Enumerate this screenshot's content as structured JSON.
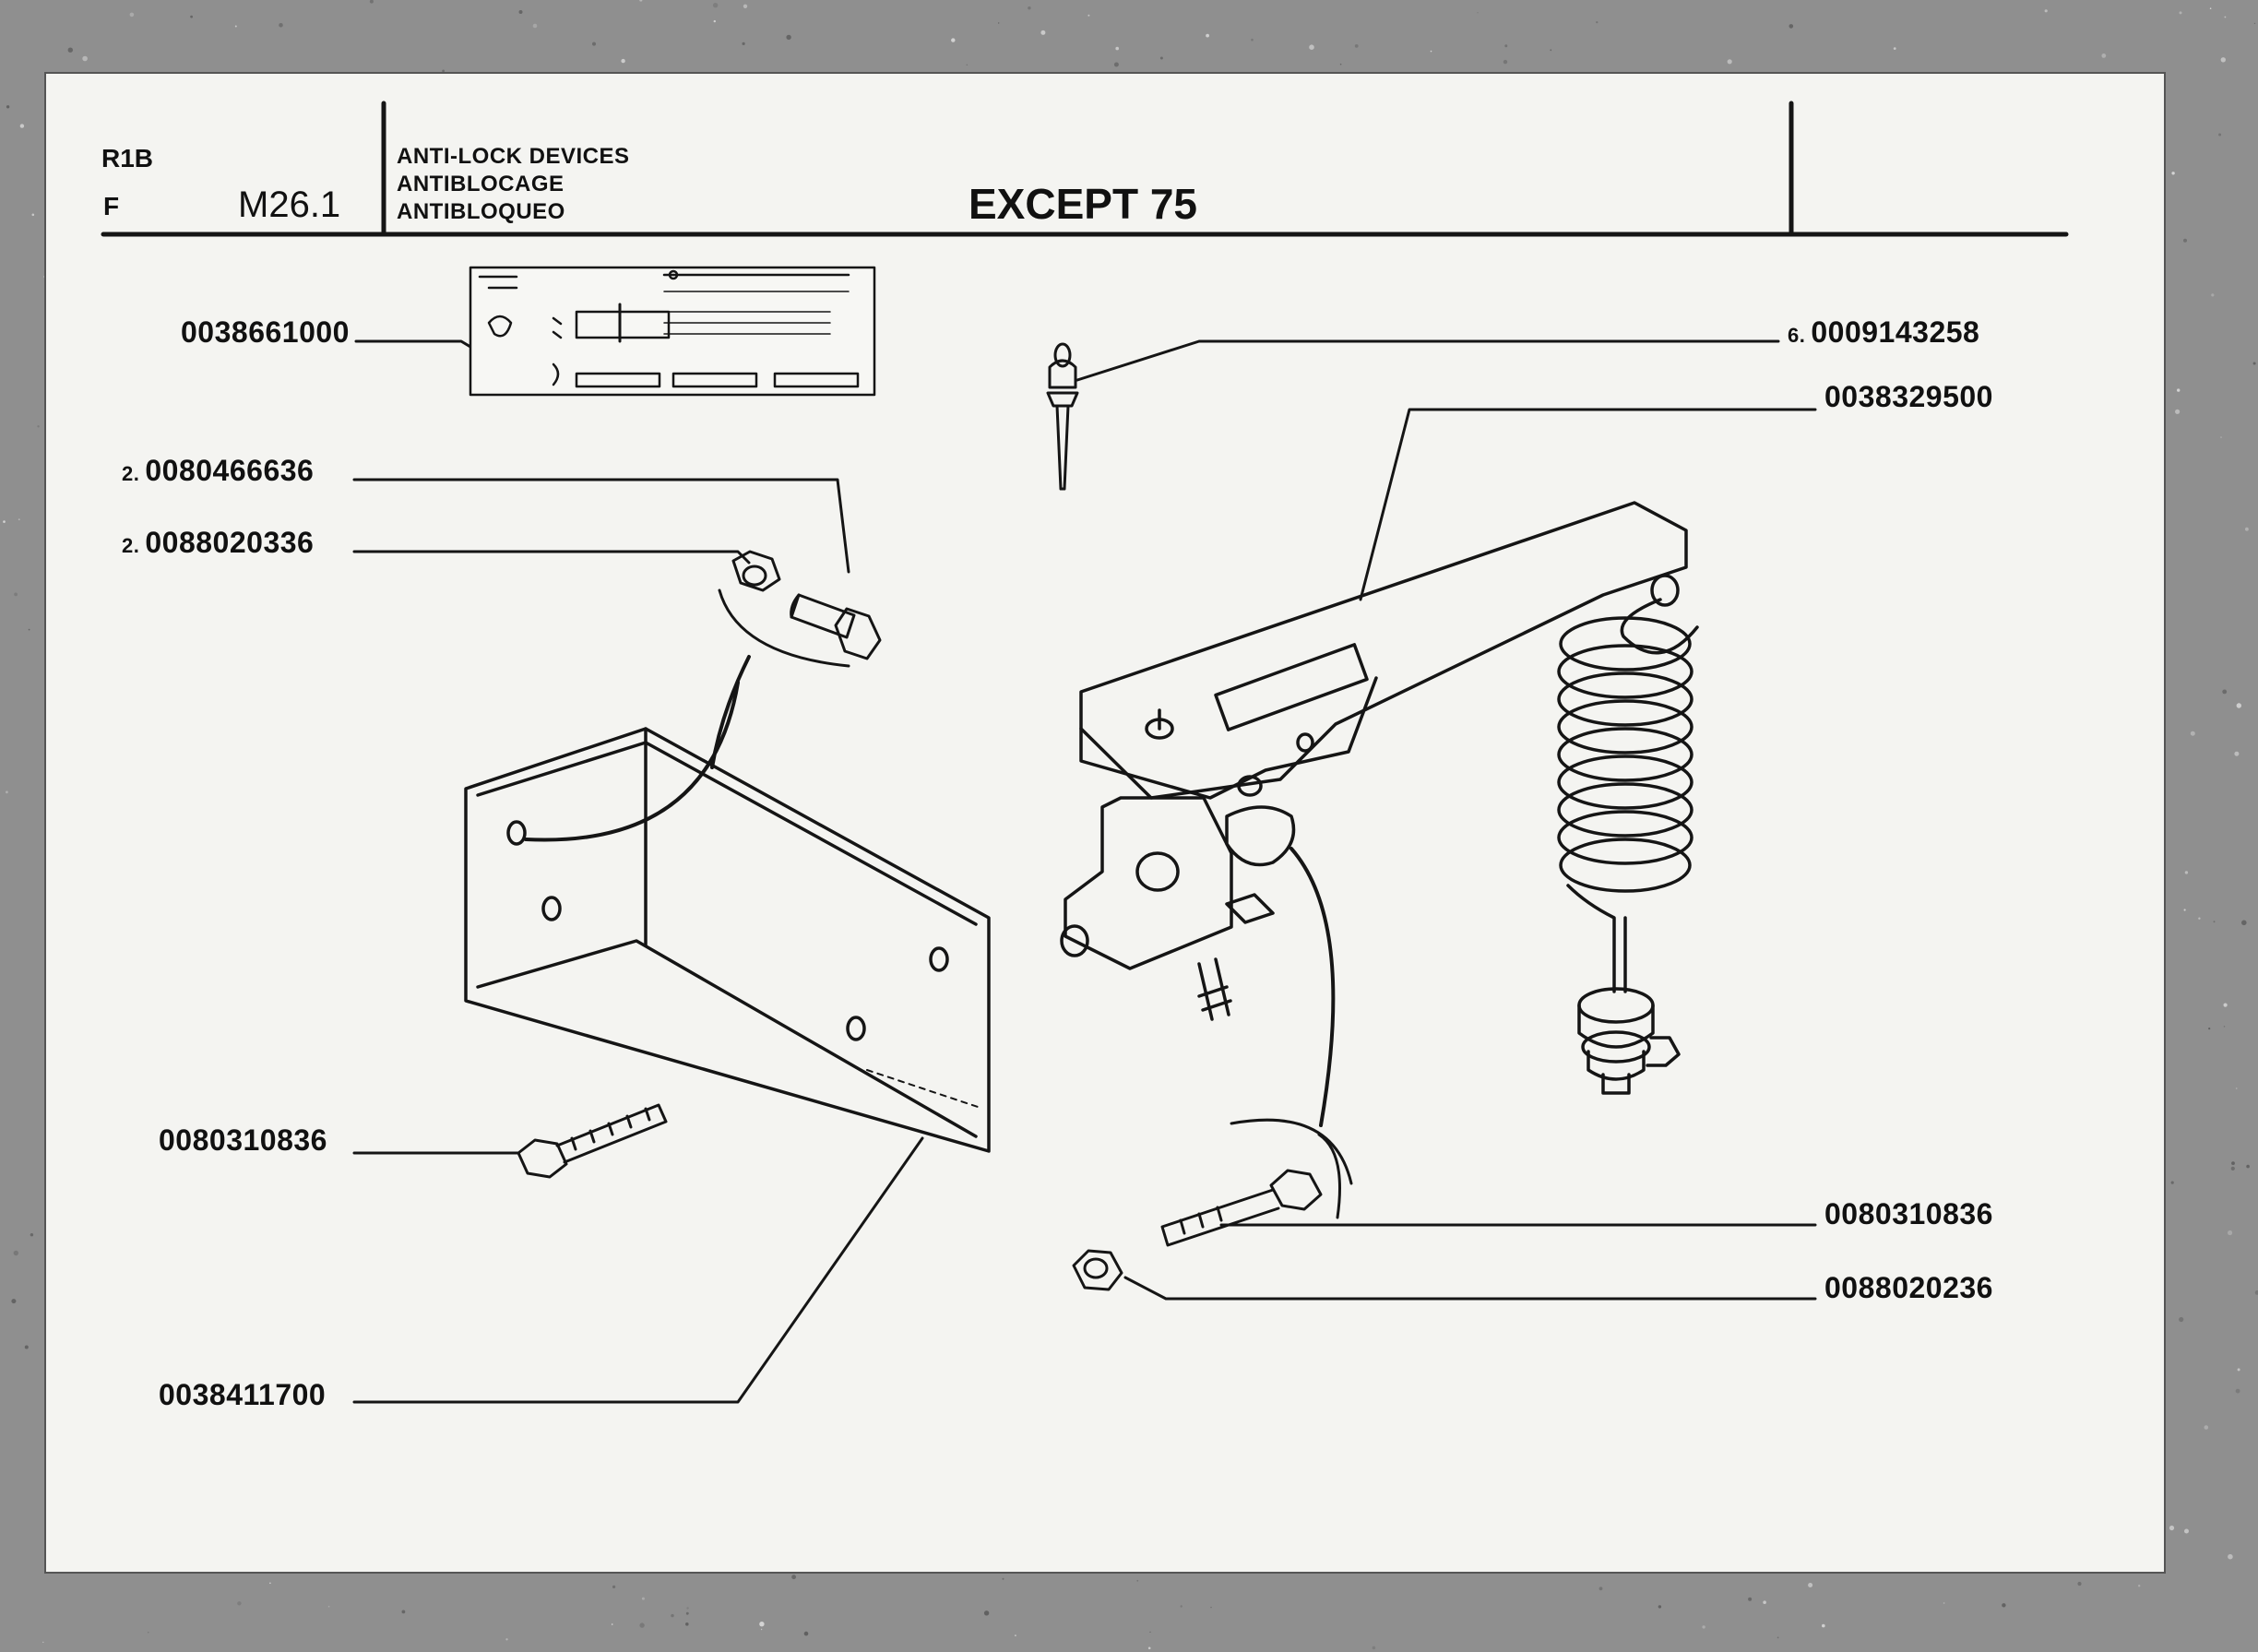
{
  "header": {
    "model": "R1B",
    "variant": "F",
    "section": "M26.1",
    "titles": [
      "ANTI-LOCK DEVICES",
      "ANTIBLOCAGE",
      "ANTIBLOQUEO"
    ],
    "note": "EXCEPT 75"
  },
  "parts": [
    {
      "id": "p1",
      "qty": "",
      "number": "0038661000"
    },
    {
      "id": "p2",
      "qty": "2.",
      "number": "0080466636"
    },
    {
      "id": "p3",
      "qty": "2.",
      "number": "0088020336"
    },
    {
      "id": "p4",
      "qty": "",
      "number": "0080310836"
    },
    {
      "id": "p5",
      "qty": "",
      "number": "0038411700"
    },
    {
      "id": "p6",
      "qty": "6.",
      "number": "0009143258"
    },
    {
      "id": "p7",
      "qty": "",
      "number": "0038329500"
    },
    {
      "id": "p8",
      "qty": "",
      "number": "0080310836"
    },
    {
      "id": "p9",
      "qty": "",
      "number": "0088020236"
    }
  ]
}
